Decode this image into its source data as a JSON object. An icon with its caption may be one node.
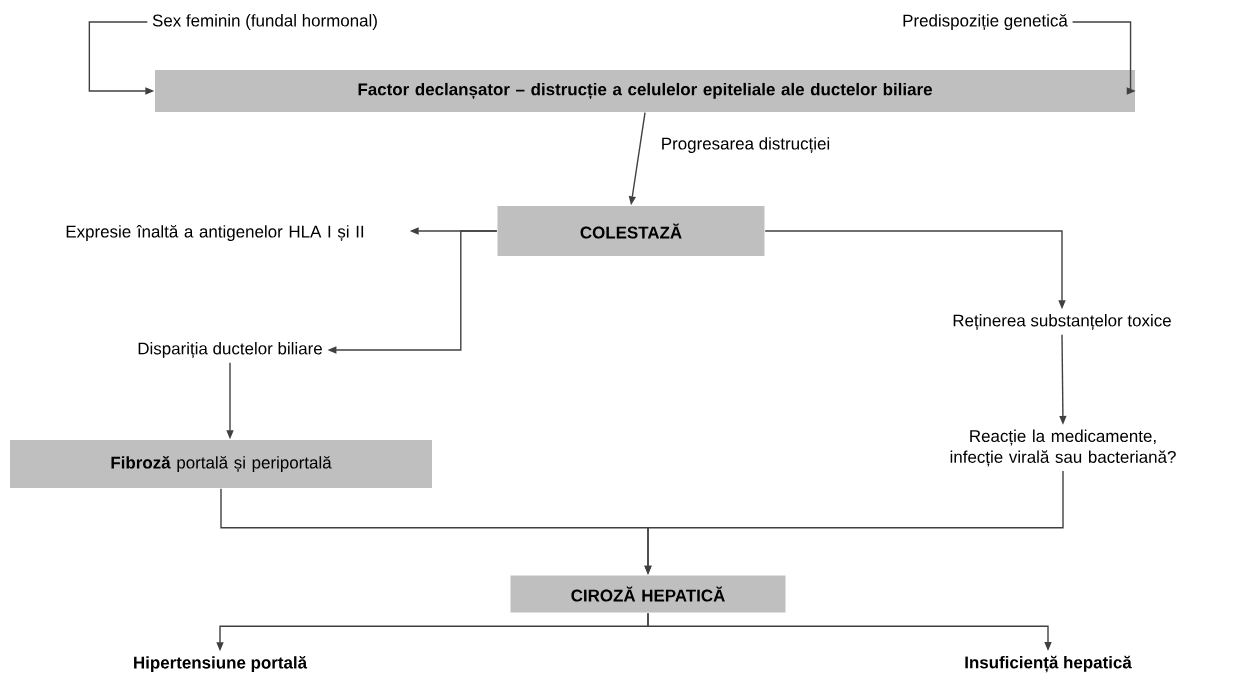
{
  "diagram": {
    "nodes": [
      {
        "text": [
          "Sex feminin (fundal hormonal)"
        ]
      },
      {
        "text": [
          "Predispoziție genetică"
        ]
      },
      {
        "text": [
          "Factor declanșator – distrucție a celulelor epiteliale ale ductelor biliare"
        ]
      },
      {
        "text": [
          "COLESTAZĂ"
        ]
      },
      {
        "text": [
          "Expresie înaltă a antigenelor HLA I și II"
        ]
      },
      {
        "text": [
          "Dispariția ductelor biliare"
        ]
      },
      {
        "text": [
          "Reținerea substanțelor toxice"
        ]
      },
      {
        "text": [
          "**Fibroză** portală și periportală"
        ]
      },
      {
        "text": [
          "Reacție la medicamente, infecție virală sau bacteriană?"
        ]
      },
      {
        "text": [
          "CIROZĂ HEPATICĂ"
        ]
      },
      {
        "text": [
          "Hipertensiune portală"
        ]
      },
      {
        "text": [
          "Insuficiență hepatică"
        ]
      }
    ],
    "edges": [
      {
        "from": 0,
        "to": 2,
        "arrow": "to"
      },
      {
        "from": 1,
        "to": 2,
        "arrow": "to"
      },
      {
        "from": 2,
        "to": 3,
        "arrow": "to",
        "label": "Progresarea distrucției"
      },
      {
        "from": 3,
        "to": 4,
        "arrow": "to"
      },
      {
        "from": 3,
        "to": 5,
        "arrow": "to"
      },
      {
        "from": 3,
        "to": 6,
        "arrow": "to"
      },
      {
        "from": 6,
        "to": 8,
        "arrow": "to"
      },
      {
        "from": 5,
        "to": 7,
        "arrow": "to"
      },
      {
        "from": 7,
        "to": 9,
        "arrow": "to"
      },
      {
        "from": 8,
        "to": 9,
        "arrow": "to"
      },
      {
        "from": 9,
        "to": 10,
        "arrow": "to"
      },
      {
        "from": 9,
        "to": 11,
        "arrow": "to"
      }
    ]
  }
}
